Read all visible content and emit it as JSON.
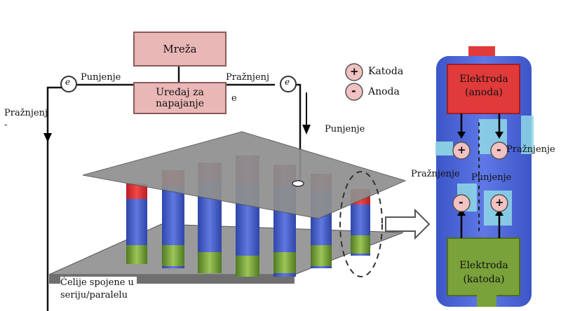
{
  "network_box": {
    "label": "Mreža"
  },
  "supply_box": {
    "line1": "Uređaj za",
    "line2": "napajanje"
  },
  "left": {
    "charging_label": "Punjenje",
    "discharging_line1": "Pražnjenj",
    "discharging_line2": "-",
    "electron_symbol": "e"
  },
  "right": {
    "discharging_line1": "Pražnjenj",
    "discharging_line2": "e",
    "charging_label": "Punjenje",
    "electron_symbol": "e"
  },
  "legend": {
    "cathode_symbol": "+",
    "cathode_label": "Katoda",
    "anode_symbol": "-",
    "anode_label": "Anoda"
  },
  "stack_caption": {
    "line1": "Ćelije spojene u",
    "line2": "seriju/paralelu"
  },
  "cell_detail": {
    "top_electrode_line1": "Elektroda",
    "top_electrode_line2": "(anoda)",
    "bottom_electrode_line1": "Elektroda",
    "bottom_electrode_line2": "(katoda)",
    "discharge_right": "Pražnjenje",
    "discharge_left": "Pražnjenje",
    "charge_middle": "Punjenje",
    "ion_top_left": "+",
    "ion_top_right": "-",
    "ion_bottom_left": "-",
    "ion_bottom_right": "+"
  },
  "colors": {
    "box_fill": "#e9b7b5",
    "cell_blue": "#4a62c9",
    "cell_red": "#e13a3a",
    "cell_green": "#7aa23a",
    "plate": "#9d9d9d",
    "light_blue": "#8fd9e6"
  }
}
